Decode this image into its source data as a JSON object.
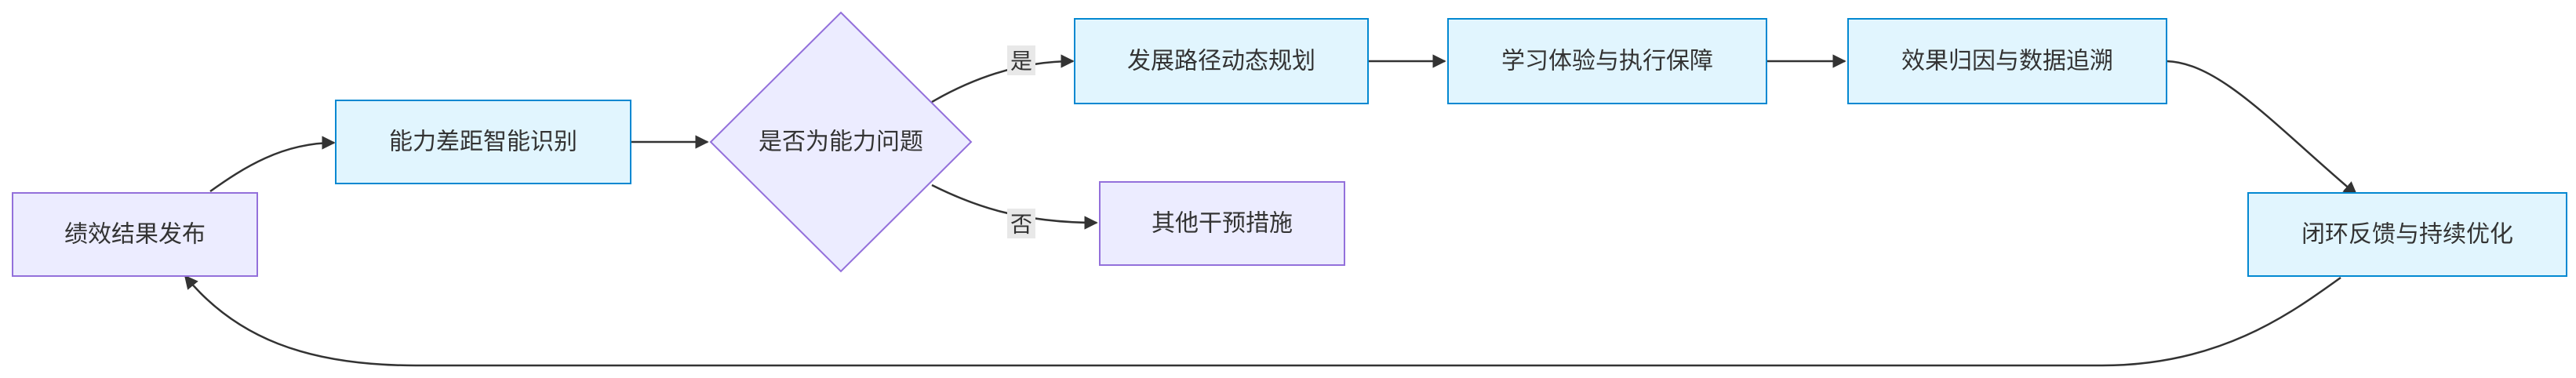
{
  "nodes": {
    "n1": {
      "label": "绩效结果发布",
      "style": "purple"
    },
    "n2": {
      "label": "能力差距智能识别",
      "style": "blue"
    },
    "n3": {
      "label": "是否为能力问题",
      "style": "purple"
    },
    "n4": {
      "label": "发展路径动态规划",
      "style": "blue"
    },
    "n5": {
      "label": "其他干预措施",
      "style": "purple"
    },
    "n6": {
      "label": "学习体验与执行保障",
      "style": "blue"
    },
    "n7": {
      "label": "效果归因与数据追溯",
      "style": "blue"
    },
    "n8": {
      "label": "闭环反馈与持续优化",
      "style": "blue"
    }
  },
  "edge_labels": {
    "yes": "是",
    "no": "否"
  },
  "colors": {
    "purple_fill": "#ECECFF",
    "purple_stroke": "#9370DB",
    "blue_fill": "#E1F5FE",
    "blue_stroke": "#0288D1",
    "line": "#333333",
    "label_bg": "#E8E8E8"
  }
}
